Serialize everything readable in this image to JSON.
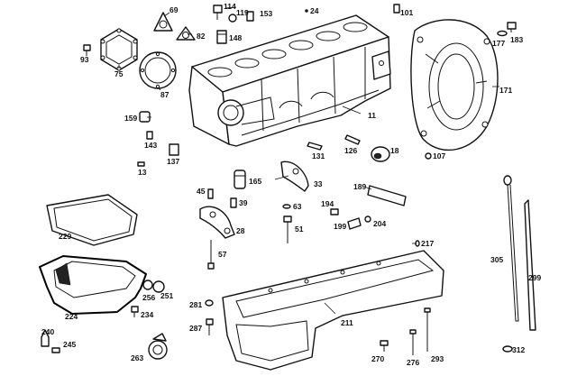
{
  "callouts": {
    "c69": "69",
    "c114": "114",
    "c119": "119",
    "c153": "153",
    "c24": "24",
    "c101": "101",
    "c82": "82",
    "c148": "148",
    "c93": "93",
    "c75": "75",
    "c87": "87",
    "c177": "177",
    "c183": "183",
    "c171": "171",
    "c159": "159",
    "c11": "11",
    "c143": "143",
    "c137": "137",
    "c131": "131",
    "c126": "126",
    "c18": "18",
    "c107": "107",
    "c13": "13",
    "c165": "165",
    "c33": "33",
    "c189": "189",
    "c45": "45",
    "c39": "39",
    "c63": "63",
    "c194": "194",
    "c28": "28",
    "c51": "51",
    "c199": "199",
    "c204": "204",
    "c229": "229",
    "c217": "217",
    "c305": "305",
    "c299": "299",
    "c57": "57",
    "c251": "251",
    "c256": "256",
    "c224": "224",
    "c281": "281",
    "c234": "234",
    "c211": "211",
    "c287": "287",
    "c240": "240",
    "c245": "245",
    "c263": "263",
    "c270": "270",
    "c276": "276",
    "c293": "293",
    "c312": "312"
  }
}
